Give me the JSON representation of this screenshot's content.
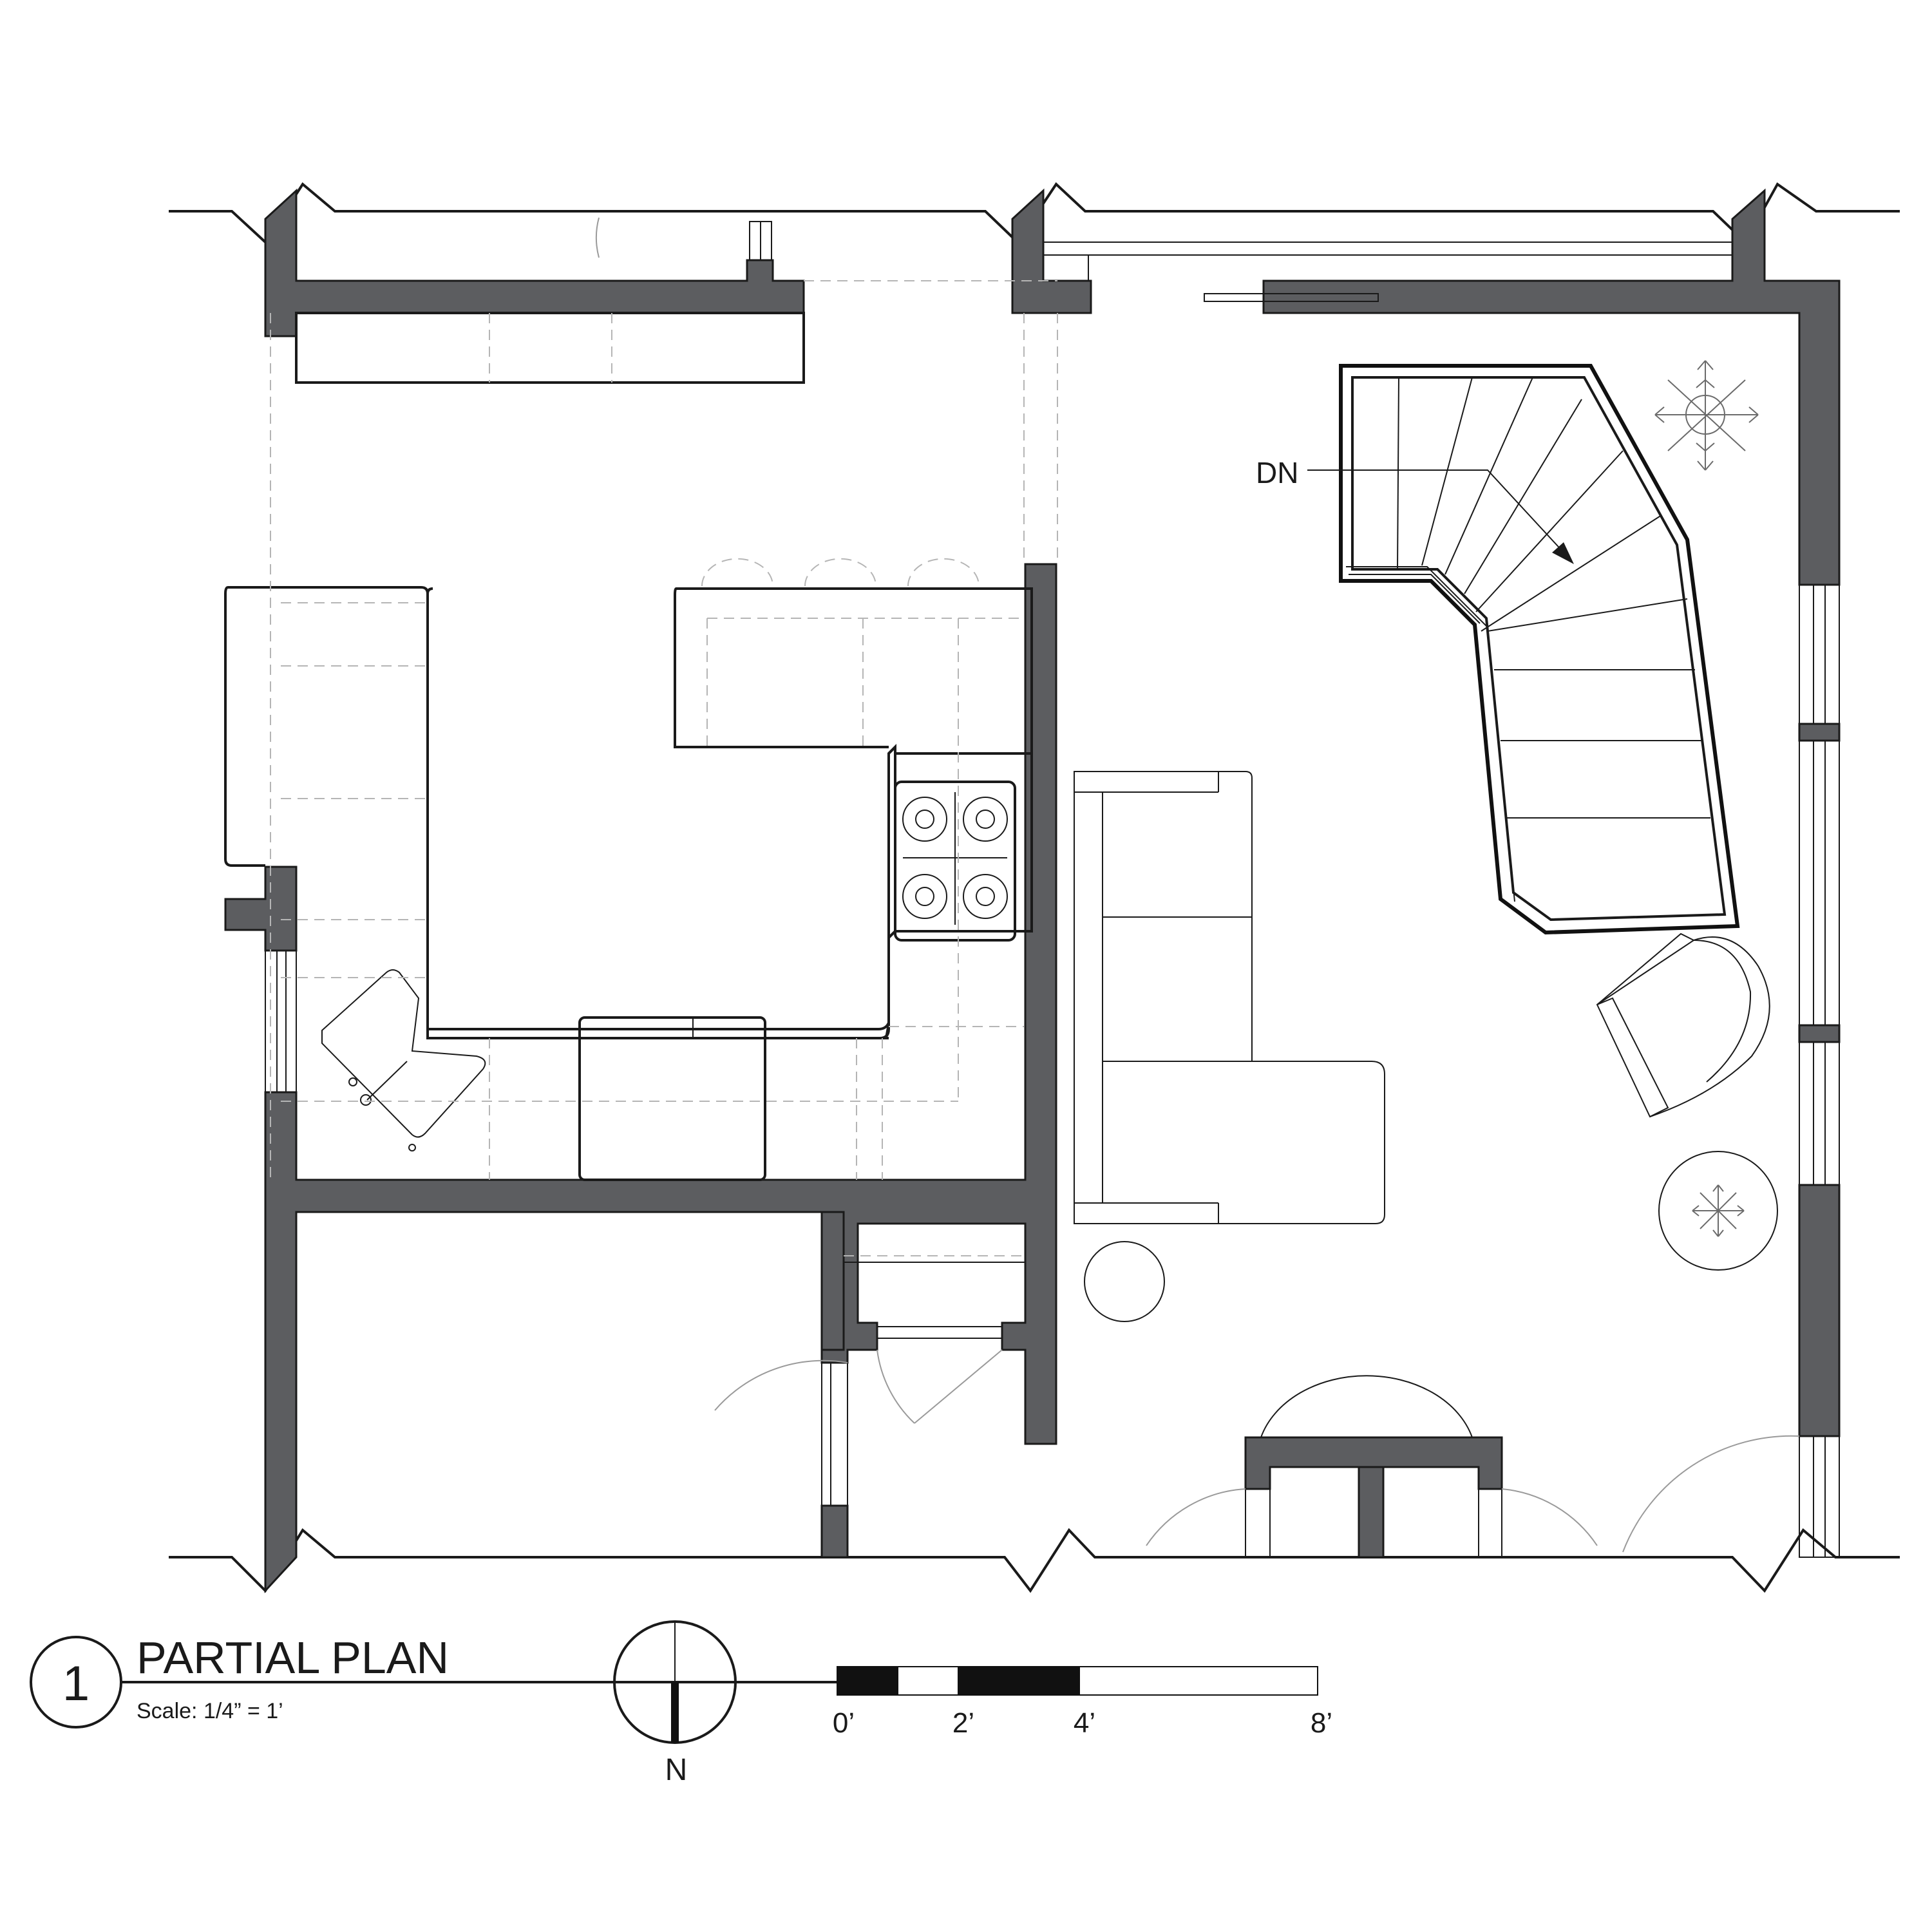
{
  "plan": {
    "stair_label": "DN",
    "title_number": "1",
    "title": "PARTIAL PLAN",
    "scale": "Scale: 1/4” = 1’",
    "north_label": "N",
    "scale_bar_ticks": [
      "0’",
      "2’",
      "4’",
      "8’"
    ]
  },
  "colors": {
    "wall_fill": "#5c5d60",
    "line": "#1a1a1a",
    "hidden_line": "#b5b5b5"
  }
}
